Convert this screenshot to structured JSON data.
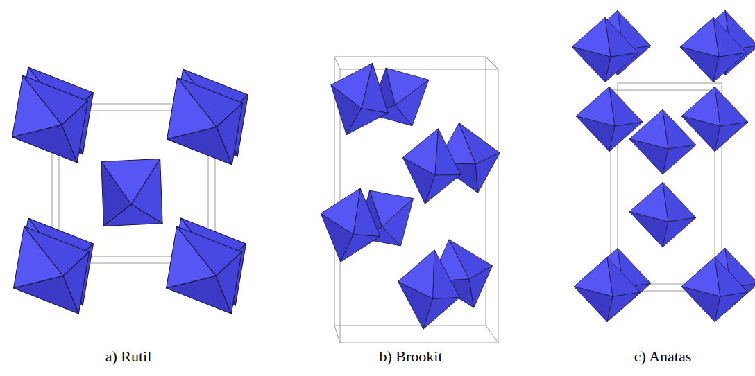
{
  "diagram": {
    "labels": [
      "a) Rutil",
      "b) Brookit",
      "c) Anatas"
    ]
  }
}
